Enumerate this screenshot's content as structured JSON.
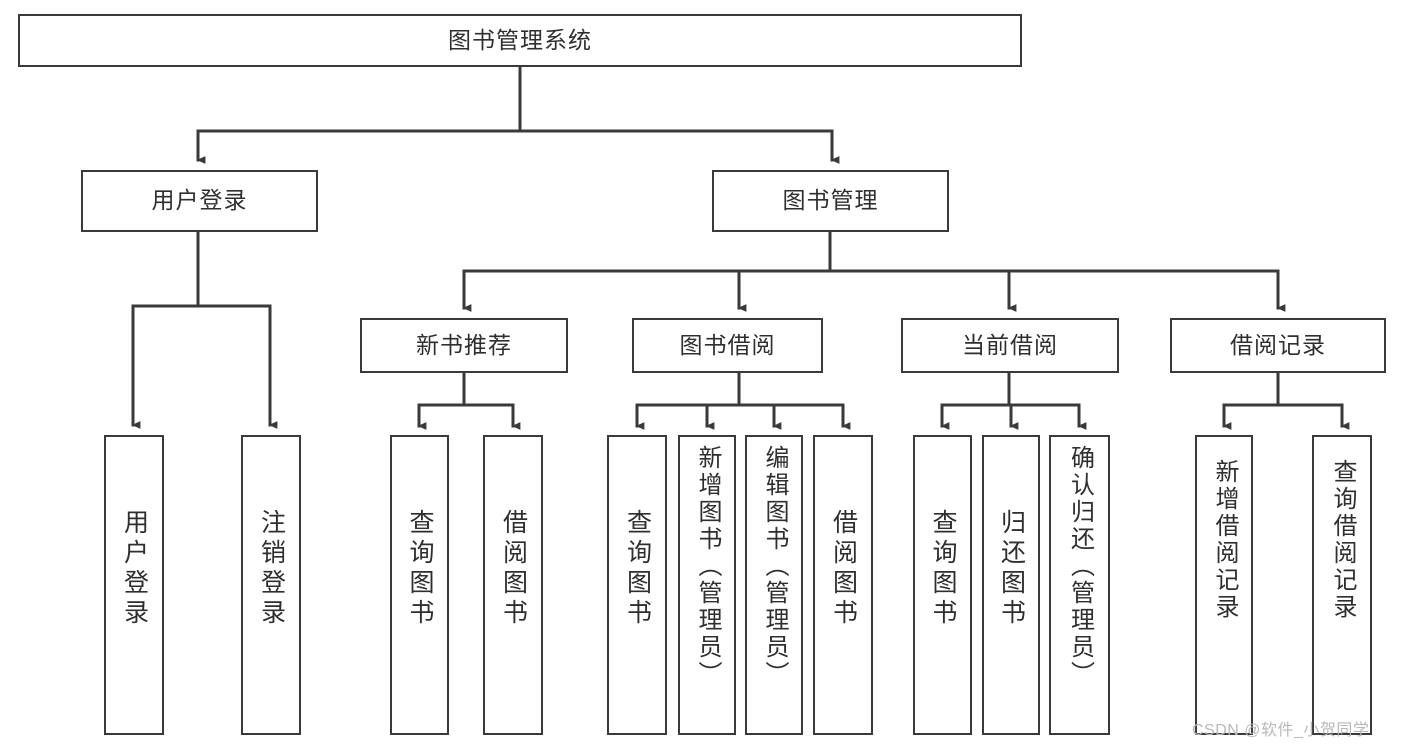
{
  "diagram": {
    "title": "图书管理系统",
    "type": "tree",
    "watermark": "CSDN @软件_小贺同学",
    "colors": {
      "box_border": "#3a3a3a",
      "box_fill": "#ffffff",
      "edge": "#3a3a3a",
      "text": "#2f2f2f",
      "watermark": "#b9b9b9",
      "background": "#ffffff"
    },
    "levels": {
      "root": [
        "图书管理系统"
      ],
      "level2": [
        "用户登录",
        "图书管理"
      ],
      "level3": [
        "新书推荐",
        "图书借阅",
        "当前借阅",
        "借阅记录"
      ],
      "level4": [
        "用户登录",
        "注销登录",
        "查询图书",
        "借阅图书",
        "查询图书",
        "新增图书（管理员）",
        "编辑图书（管理员）",
        "借阅图书",
        "查询图书",
        "归还图书",
        "确认归还（管理员）",
        "新增借阅记录",
        "查询借阅记录"
      ]
    },
    "nodes": {
      "root": {
        "label": "图书管理系统"
      },
      "user_login": {
        "label": "用户登录"
      },
      "book_manage": {
        "label": "图书管理"
      },
      "new_book_rec": {
        "label": "新书推荐"
      },
      "book_borrow": {
        "label": "图书借阅"
      },
      "current_borrow": {
        "label": "当前借阅"
      },
      "borrow_record": {
        "label": "借阅记录"
      },
      "leaf_user_login": {
        "label": "用户登录"
      },
      "leaf_user_logout": {
        "label": "注销登录"
      },
      "leaf_query_book_1": {
        "label": "查询图书"
      },
      "leaf_borrow_book_1": {
        "label": "借阅图书"
      },
      "leaf_query_book_2": {
        "label": "查询图书"
      },
      "leaf_add_book": {
        "label": "新增图书（管理员）"
      },
      "leaf_edit_book": {
        "label": "编辑图书（管理员）"
      },
      "leaf_borrow_book_2": {
        "label": "借阅图书"
      },
      "leaf_query_book_3": {
        "label": "查询图书"
      },
      "leaf_return_book": {
        "label": "归还图书"
      },
      "leaf_confirm_return": {
        "label": "确认归还（管理员）"
      },
      "leaf_add_record": {
        "label": "新增借阅记录"
      },
      "leaf_query_record": {
        "label": "查询借阅记录"
      }
    },
    "edges": [
      {
        "from": "root",
        "to": "user_login"
      },
      {
        "from": "root",
        "to": "book_manage"
      },
      {
        "from": "user_login",
        "to": "leaf_user_login"
      },
      {
        "from": "user_login",
        "to": "leaf_user_logout"
      },
      {
        "from": "book_manage",
        "to": "new_book_rec"
      },
      {
        "from": "book_manage",
        "to": "book_borrow"
      },
      {
        "from": "book_manage",
        "to": "current_borrow"
      },
      {
        "from": "book_manage",
        "to": "borrow_record"
      },
      {
        "from": "new_book_rec",
        "to": "leaf_query_book_1"
      },
      {
        "from": "new_book_rec",
        "to": "leaf_borrow_book_1"
      },
      {
        "from": "book_borrow",
        "to": "leaf_query_book_2"
      },
      {
        "from": "book_borrow",
        "to": "leaf_add_book"
      },
      {
        "from": "book_borrow",
        "to": "leaf_edit_book"
      },
      {
        "from": "book_borrow",
        "to": "leaf_borrow_book_2"
      },
      {
        "from": "current_borrow",
        "to": "leaf_query_book_3"
      },
      {
        "from": "current_borrow",
        "to": "leaf_return_book"
      },
      {
        "from": "current_borrow",
        "to": "leaf_confirm_return"
      },
      {
        "from": "borrow_record",
        "to": "leaf_add_record"
      },
      {
        "from": "borrow_record",
        "to": "leaf_query_record"
      }
    ]
  }
}
